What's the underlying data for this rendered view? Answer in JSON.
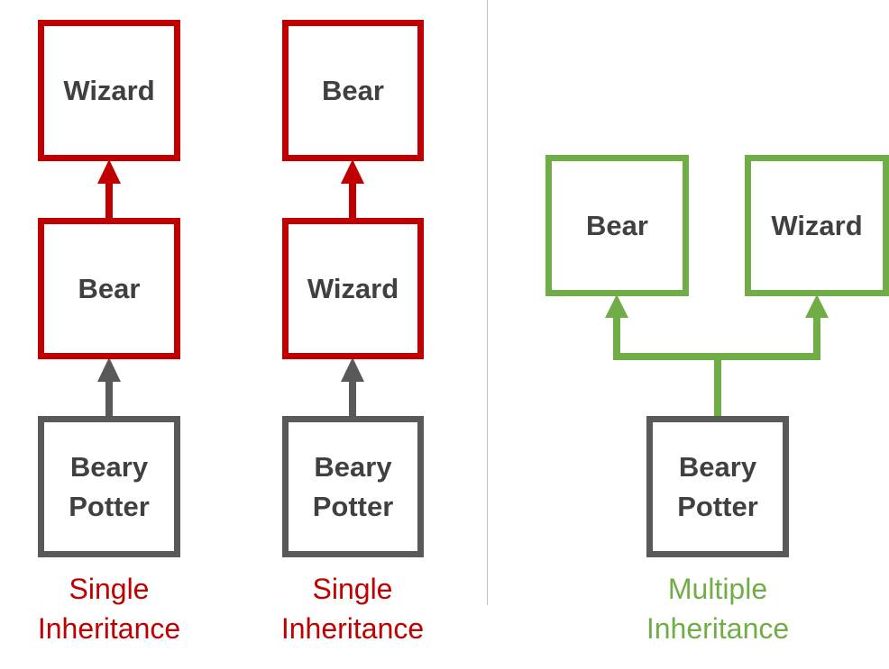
{
  "diagram1": {
    "top": "Wizard",
    "middle": "Bear",
    "bottom": "Beary\nPotter",
    "caption": "Single\nInheritance"
  },
  "diagram2": {
    "top": "Bear",
    "middle": "Wizard",
    "bottom": "Beary\nPotter",
    "caption": "Single\nInheritance"
  },
  "diagram3": {
    "left": "Bear",
    "right": "Wizard",
    "bottom": "Beary\nPotter",
    "caption": "Multiple\nInheritance"
  },
  "colors": {
    "single": "#c00000",
    "multiple": "#70ad47",
    "class": "#595959",
    "text": "#404040"
  }
}
